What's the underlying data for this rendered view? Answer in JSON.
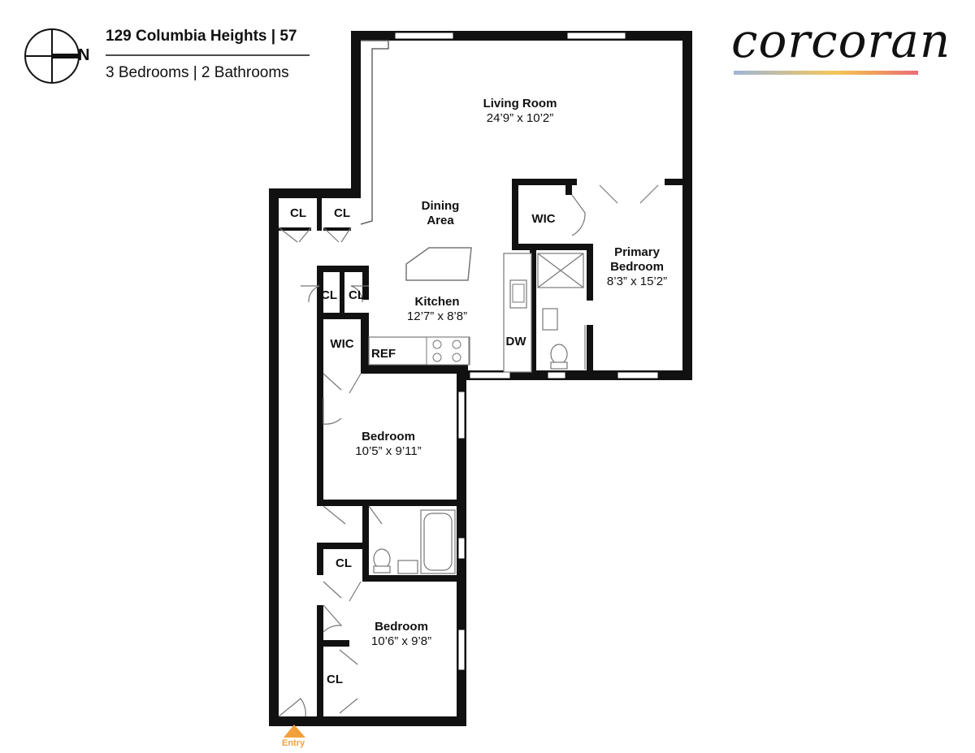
{
  "header": {
    "address": "129 Columbia Heights | 57",
    "summary": "3 Bedrooms | 2 Bathrooms"
  },
  "brand": {
    "name": "corcoran",
    "gradient_colors": [
      "#9fb6d8",
      "#f3c659",
      "#f0a05a",
      "#e96c7a"
    ]
  },
  "compass": {
    "label": "N"
  },
  "rooms": {
    "living": {
      "name": "Living Room",
      "size": "24’9” x 10’2”"
    },
    "dining": {
      "name_line1": "Dining",
      "name_line2": "Area"
    },
    "kitchen": {
      "name": "Kitchen",
      "size": "12’7” x 8’8”"
    },
    "primary": {
      "name_line1": "Primary",
      "name_line2": "Bedroom",
      "size": "8’3” x 15’2”"
    },
    "bedroom1": {
      "name": "Bedroom",
      "size": "10’5” x 9’11”"
    },
    "bedroom2": {
      "name": "Bedroom",
      "size": "10’6” x 9’8”"
    }
  },
  "fixtures": {
    "cl_top_left": "CL",
    "cl_top_right": "CL",
    "cl_mid_left": "CL",
    "cl_mid_right": "CL",
    "wic_left": "WIC",
    "wic_primary": "WIC",
    "ref": "REF",
    "dw": "DW",
    "cl_bed2_top": "CL",
    "cl_bed2_bottom": "CL"
  },
  "entry": {
    "label": "Entry",
    "marker_color": "#f3a03a"
  }
}
